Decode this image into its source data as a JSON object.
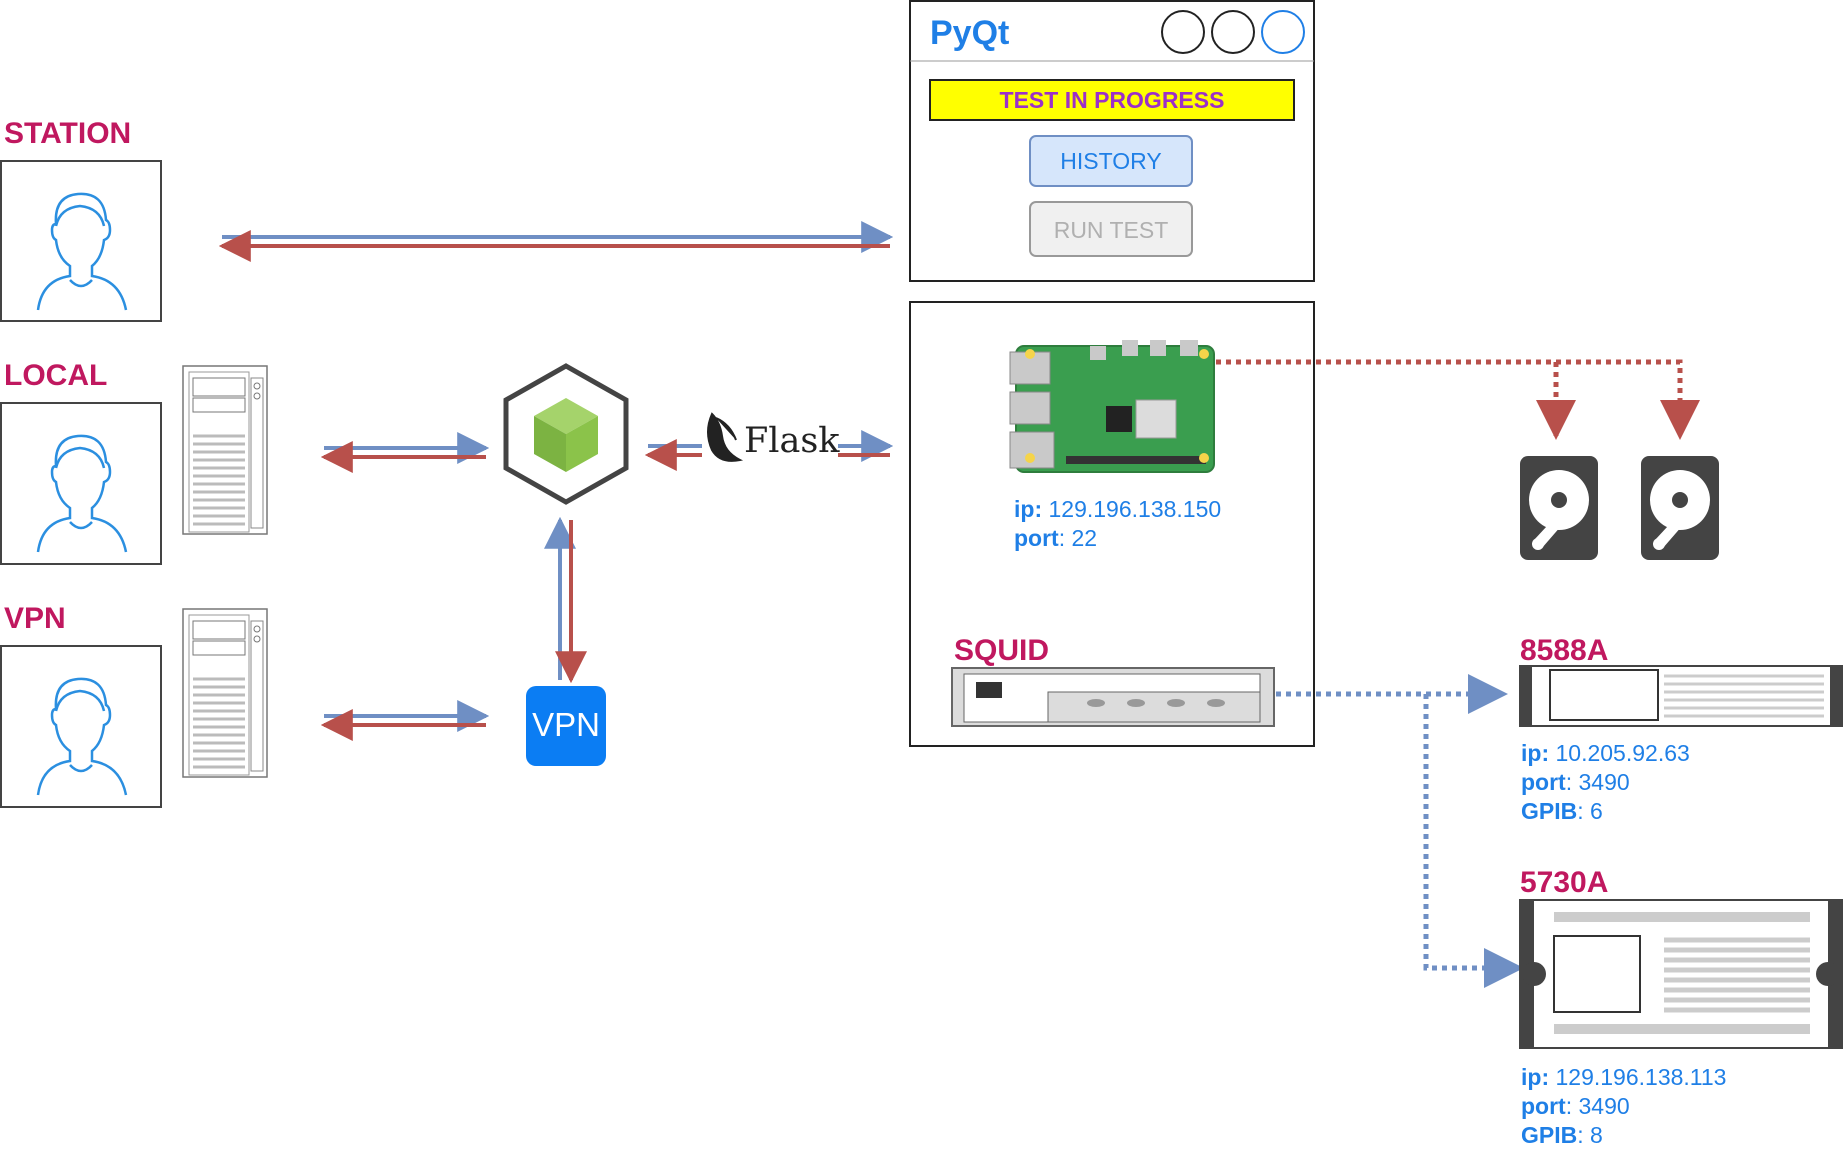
{
  "colors": {
    "magenta": "#c0185f",
    "blue": "#1f7fe6",
    "arrow_blue": "#6f8fc4",
    "arrow_red": "#b8504b",
    "yellow": "#ffff00",
    "purple_text": "#9b30c9",
    "green_node": "#8bc34a",
    "vpn_blue": "#0b7df3"
  },
  "users": [
    {
      "label": "STATION"
    },
    {
      "label": "LOCAL"
    },
    {
      "label": "VPN"
    }
  ],
  "pyqt": {
    "title": "PyQt",
    "status": "TEST IN PROGRESS",
    "history_button": "HISTORY",
    "run_test_button": "RUN TEST"
  },
  "flask": {
    "label": "Flask"
  },
  "vpn_node": {
    "label": "VPN"
  },
  "raspberry_pi": {
    "ip_key": "ip:",
    "ip_value": " 129.196.138.150",
    "port_key": "port",
    "port_value": ": 22"
  },
  "squid": {
    "label": "SQUID"
  },
  "instrument_8588a": {
    "label": "8588A",
    "ip_key": "ip:",
    "ip_value": " 10.205.92.63",
    "port_key": "port",
    "port_value": ": 3490",
    "gpib_key": "GPIB",
    "gpib_value": ": 6"
  },
  "instrument_5730a": {
    "label": "5730A",
    "ip_key": "ip:",
    "ip_value": " 129.196.138.113",
    "port_key": "port",
    "port_value": ": 3490",
    "gpib_key": "GPIB",
    "gpib_value": ": 8"
  },
  "icons": [
    "user-avatar-icon",
    "tower-server-icon",
    "node-cube-icon",
    "vpn-icon",
    "flask-logo-icon",
    "raspberry-pi-icon",
    "hard-drive-icon",
    "rack-server-icon",
    "window-control-icon"
  ]
}
